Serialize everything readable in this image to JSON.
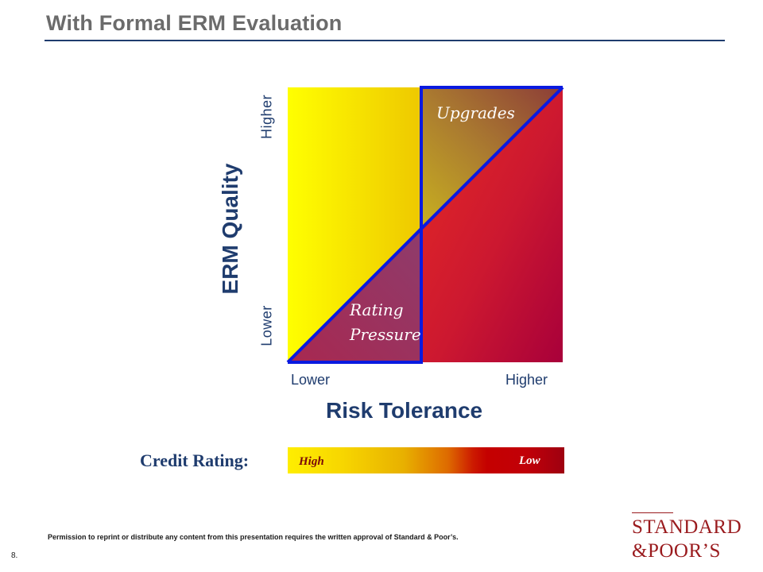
{
  "page": {
    "title": "With Formal ERM Evaluation",
    "page_number": "8.",
    "footer_note": "Permission to reprint or distribute any content from this presentation requires the written approval of Standard & Poor’s."
  },
  "diagram": {
    "y_axis": {
      "title": "ERM Quality",
      "low_label": "Lower",
      "high_label": "Higher"
    },
    "x_axis": {
      "title": "Risk Tolerance",
      "low_label": "Lower",
      "high_label": "Higher"
    },
    "regions": {
      "upper_label": "Upgrades",
      "lower_label_line1": "Rating",
      "lower_label_line2": "Pressure"
    },
    "colors": {
      "low_risk": "#ffee00",
      "high_risk": "#b00028",
      "outline": "#0a1ae0",
      "text_navy": "#1f3c6e"
    }
  },
  "credit_rating": {
    "label": "Credit Rating:",
    "high_label": "High",
    "low_label": "Low"
  },
  "logo": {
    "line1": "STANDARD",
    "line2": "&POOR’S"
  }
}
